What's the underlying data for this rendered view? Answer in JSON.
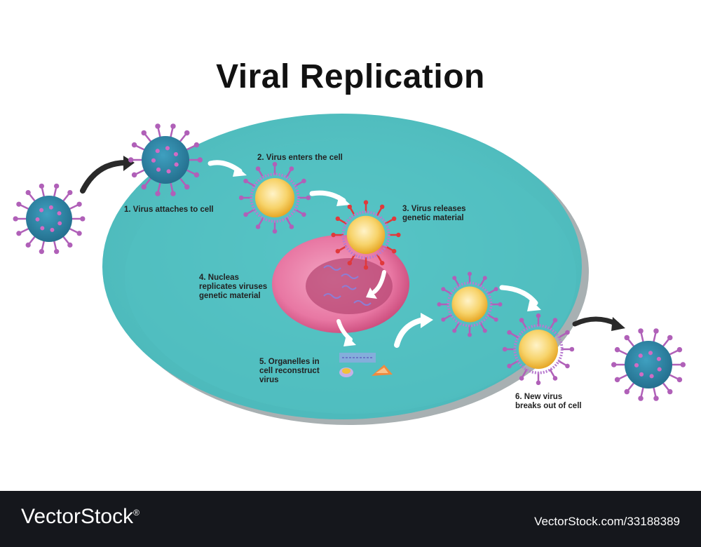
{
  "title": "Viral Replication",
  "steps": [
    {
      "label": "1. Virus attaches to cell"
    },
    {
      "label": "2. Virus enters the cell"
    },
    {
      "label": "3. Virus releases\ngenetic material"
    },
    {
      "label": "4. Nucleas\nreplicates viruses\ngenetic material"
    },
    {
      "label": "5. Organelles in\ncell reconstruct\nvirus"
    },
    {
      "label": "6. New virus\nbreaks out of cell"
    }
  ],
  "footer": {
    "brand": "VectorStock",
    "registered": "®",
    "image_id": "VectorStock.com/33188389"
  },
  "colors": {
    "cell": "#56c3c4",
    "cell_shadow": "#9aa3a5",
    "nucleus": "#e35f8f",
    "virus_body": "#2f88a8",
    "virus_spike": "#b060b8",
    "capsid": "#f2c13a",
    "arrow_dark": "#2a2a2a",
    "arrow_light": "#ffffff"
  },
  "icons": [
    "virus-icon",
    "capsid-icon",
    "arrow-icon",
    "nucleus-icon",
    "organelle-icon"
  ]
}
